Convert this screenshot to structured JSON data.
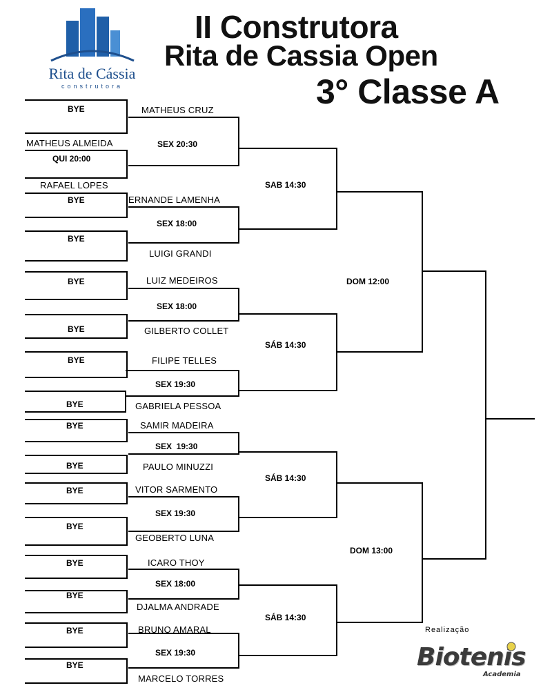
{
  "header": {
    "title_line1": "II Construtora",
    "title_line2": "Rita de Cassia Open",
    "title_line3": "3° Classe A"
  },
  "logo": {
    "name": "Rita de Cássia",
    "subtitle": "construtora",
    "icon": "building-icon",
    "color": "#1e4f8d"
  },
  "round1": [
    {
      "top": "BYE",
      "bottom": "MATHEUS ALMEIDA",
      "time": "QUI 20:00",
      "extra": "RAFAEL LOPES"
    },
    {
      "top": "BYE",
      "bottom": "BYE"
    },
    {
      "top": "BYE",
      "bottom": "BYE"
    },
    {
      "top": "BYE",
      "bottom": "BYE"
    },
    {
      "top": "BYE",
      "bottom": "BYE"
    },
    {
      "top": "BYE",
      "bottom": "BYE"
    },
    {
      "top": "BYE",
      "bottom": "BYE"
    },
    {
      "top": "BYE",
      "bottom": "BYE"
    }
  ],
  "round2": [
    {
      "player1": "MATHEUS CRUZ",
      "time": "SEX 20:30",
      "player2": ""
    },
    {
      "player1": "ERNANDE LAMENHA",
      "time": "SEX 18:00",
      "player2": "LUIGI GRANDI"
    },
    {
      "player1": "LUIZ MEDEIROS",
      "time": "SEX 18:00",
      "player2": "GILBERTO COLLET"
    },
    {
      "player1": "FILIPE TELLES",
      "time": "SEX 19:30",
      "player2": "GABRIELA PESSOA"
    },
    {
      "player1": "SAMIR MADEIRA",
      "time": "SEX  19:30",
      "player2": "PAULO MINUZZI"
    },
    {
      "player1": "VITOR SARMENTO",
      "time": "SEX 19:30",
      "player2": "GEOBERTO LUNA"
    },
    {
      "player1": "ICARO THOY",
      "time": "SEX 18:00",
      "player2": "DJALMA ANDRADE"
    },
    {
      "player1": "BRUNO AMARAL",
      "time": "SEX 19:30",
      "player2": "MARCELO TORRES"
    }
  ],
  "round3": [
    "SAB 14:30",
    "SÁB 14:30",
    "SÁB 14:30",
    "SÁB 14:30"
  ],
  "round4": [
    "DOM 12:00",
    "DOM 13:00"
  ],
  "footer": {
    "realizacao": "Realização",
    "sponsor": "Biotenis",
    "sponsor_sub": "Academia"
  }
}
